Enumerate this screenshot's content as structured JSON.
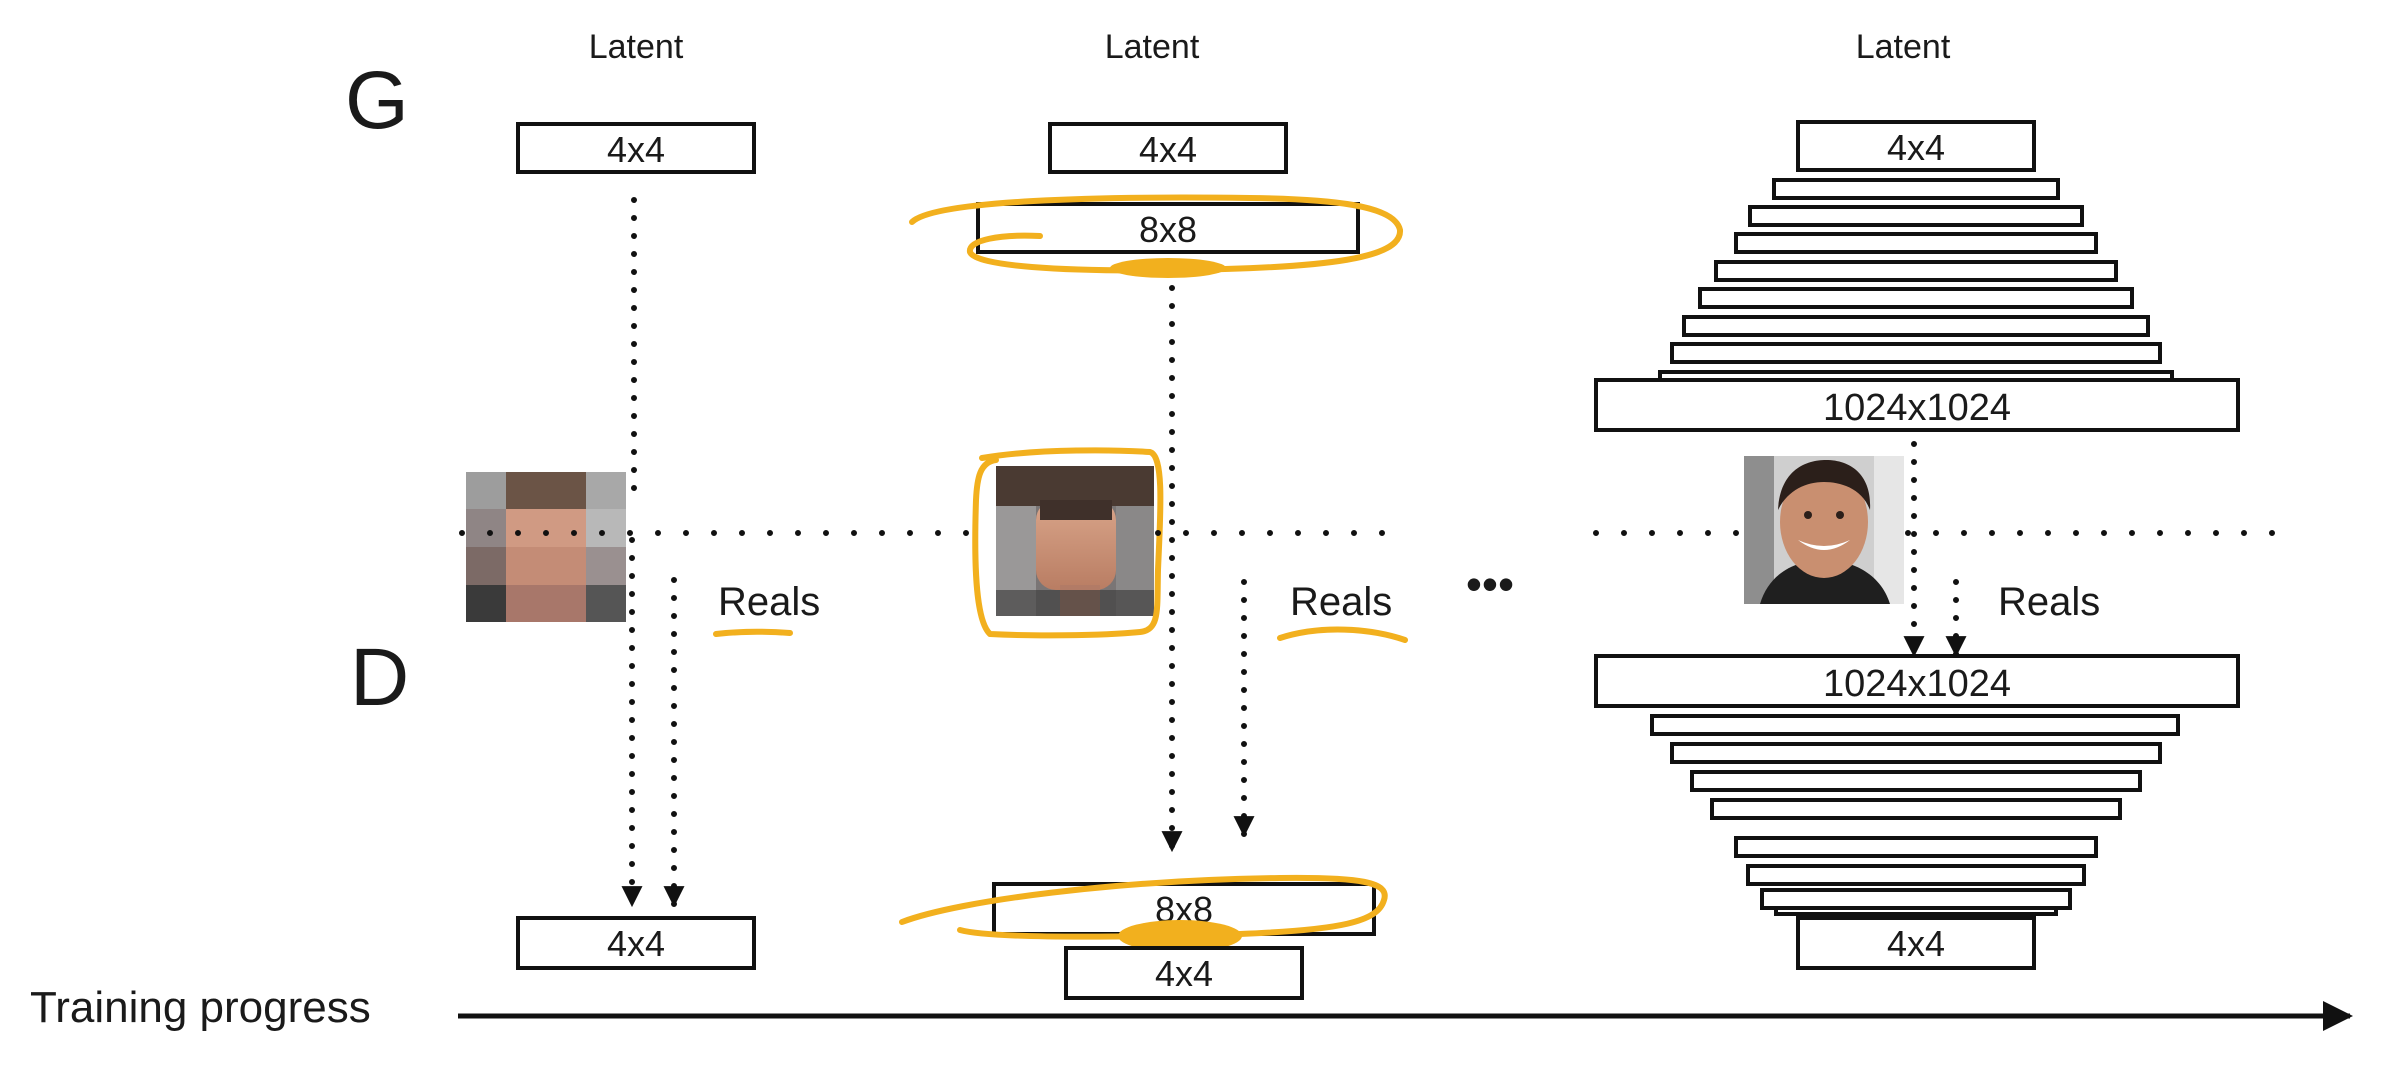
{
  "labels": {
    "generator": "G",
    "discriminator": "D",
    "latent": "Latent",
    "reals": "Reals",
    "ellipsis": "•••",
    "training_progress": "Training progress"
  },
  "stages": [
    {
      "generator_layers": [
        "4x4"
      ],
      "discriminator_layers": [
        "4x4"
      ],
      "image": "blurry-face-4x4"
    },
    {
      "generator_layers": [
        "4x4",
        "8x8"
      ],
      "discriminator_layers": [
        "8x8",
        "4x4"
      ],
      "image": "blurry-face-8x8"
    },
    {
      "generator_layers": [
        "4x4",
        "",
        "",
        "",
        "",
        "",
        "",
        "",
        "",
        "",
        "1024x1024"
      ],
      "discriminator_layers": [
        "1024x1024",
        "",
        "",
        "",
        "",
        "",
        "",
        "",
        "",
        "4x4"
      ],
      "image": "face-photo-1024"
    }
  ],
  "colors": {
    "highlight": "#f2b01e",
    "stroke": "#111111",
    "text": "#1a1a1a"
  }
}
